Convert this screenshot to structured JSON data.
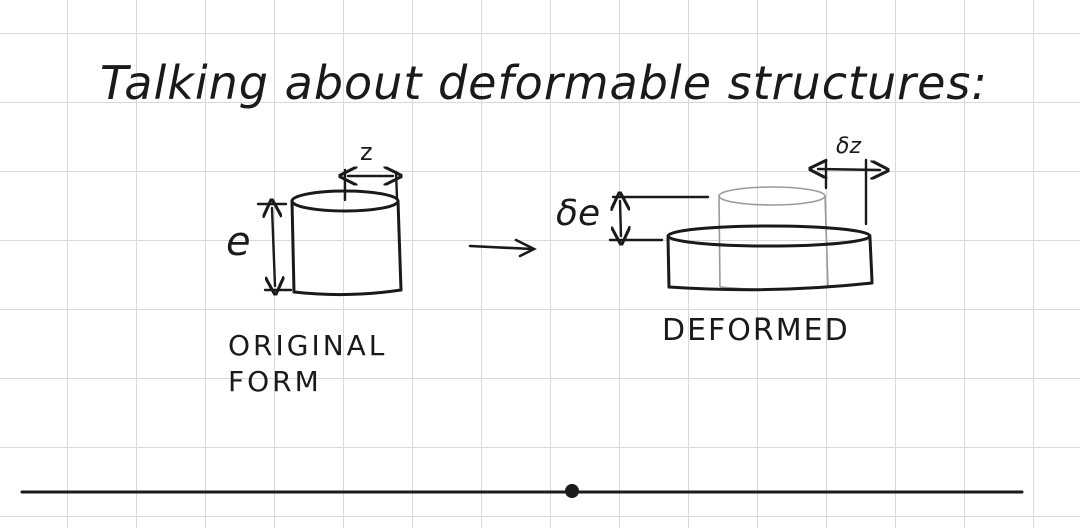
{
  "title": "Talking about deformable structures:",
  "original": {
    "label_line1": "ORIGINAL",
    "label_line2": "FORM",
    "height_symbol": "e",
    "width_symbol": "z"
  },
  "deformed": {
    "label": "DEFORMED",
    "height_change_symbol": "δe",
    "width_change_symbol": "δz"
  },
  "colors": {
    "ink": "#1a1a1a",
    "ghost": "#9a9a9a",
    "grid": "#d9d9d9"
  }
}
